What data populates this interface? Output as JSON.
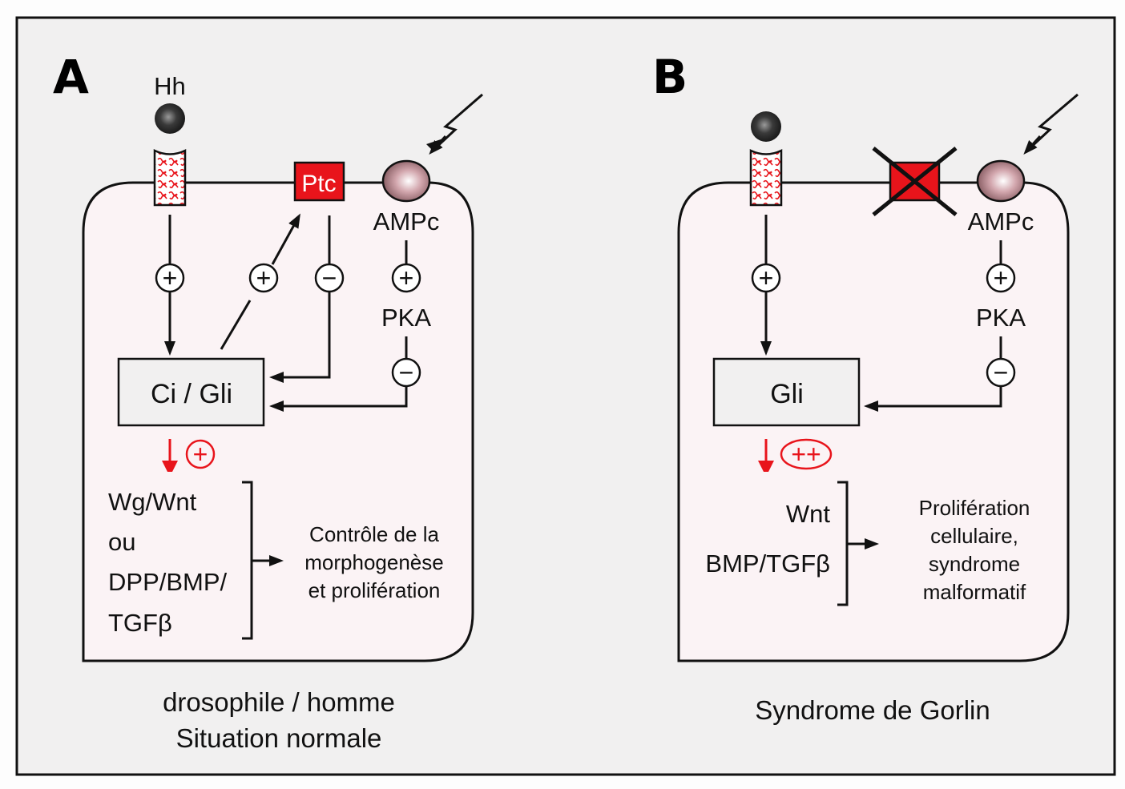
{
  "colors": {
    "background": "#f1f0f0",
    "cell_fill": "#fbf3f5",
    "accent_red": "#e8141b",
    "line": "#111111"
  },
  "panel_a": {
    "letter": "A",
    "ligand_label": "Hh",
    "ptc_label": "Ptc",
    "ampc_label": "AMPc",
    "pka_label": "PKA",
    "tf_label": "Ci / Gli",
    "signs": {
      "hh_path": "+",
      "ptc_up": "+",
      "ptc_down": "−",
      "ampc_pka": "+",
      "pka_tf": "−",
      "tf_output": "+"
    },
    "targets": [
      "Wg/Wnt",
      "ou",
      "DPP/BMP/",
      "TGFβ"
    ],
    "outcome": [
      "Contrôle de la",
      "morphogenèse",
      "et prolifération"
    ],
    "caption": [
      "drosophile / homme",
      "Situation normale"
    ]
  },
  "panel_b": {
    "letter": "B",
    "ampc_label": "AMPc",
    "pka_label": "PKA",
    "tf_label": "Gli",
    "ptc_state": "deleted",
    "signs": {
      "hh_path": "+",
      "ampc_pka": "+",
      "pka_tf": "−",
      "tf_output": "++"
    },
    "targets": [
      "Wnt",
      "BMP/TGFβ"
    ],
    "outcome": [
      "Prolifération",
      "cellulaire,",
      "syndrome",
      "malformatif"
    ],
    "caption": [
      "Syndrome de Gorlin"
    ]
  }
}
